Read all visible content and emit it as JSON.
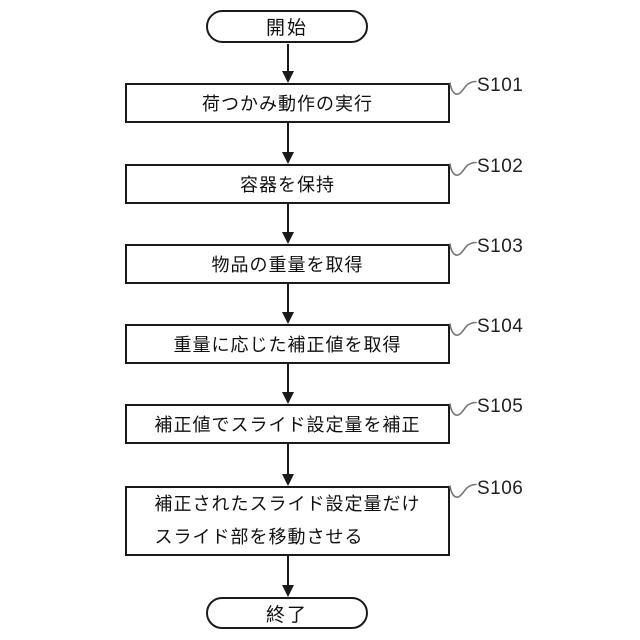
{
  "flowchart": {
    "start": {
      "label": "開始"
    },
    "end": {
      "label": "終了"
    },
    "steps": [
      {
        "id": "S101",
        "text": "荷つかみ動作の実行"
      },
      {
        "id": "S102",
        "text": "容器を保持"
      },
      {
        "id": "S103",
        "text": "物品の重量を取得"
      },
      {
        "id": "S104",
        "text": "重量に応じた補正値を取得"
      },
      {
        "id": "S105",
        "text": "補正値でスライド設定量を補正"
      },
      {
        "id": "S106",
        "text": "補正されたスライド設定量だけ\nスライド部を移動させる"
      }
    ],
    "colors": {
      "background": "#ffffff",
      "line": "#1a1a1a",
      "leader": "#777777",
      "text": "#111111"
    }
  }
}
